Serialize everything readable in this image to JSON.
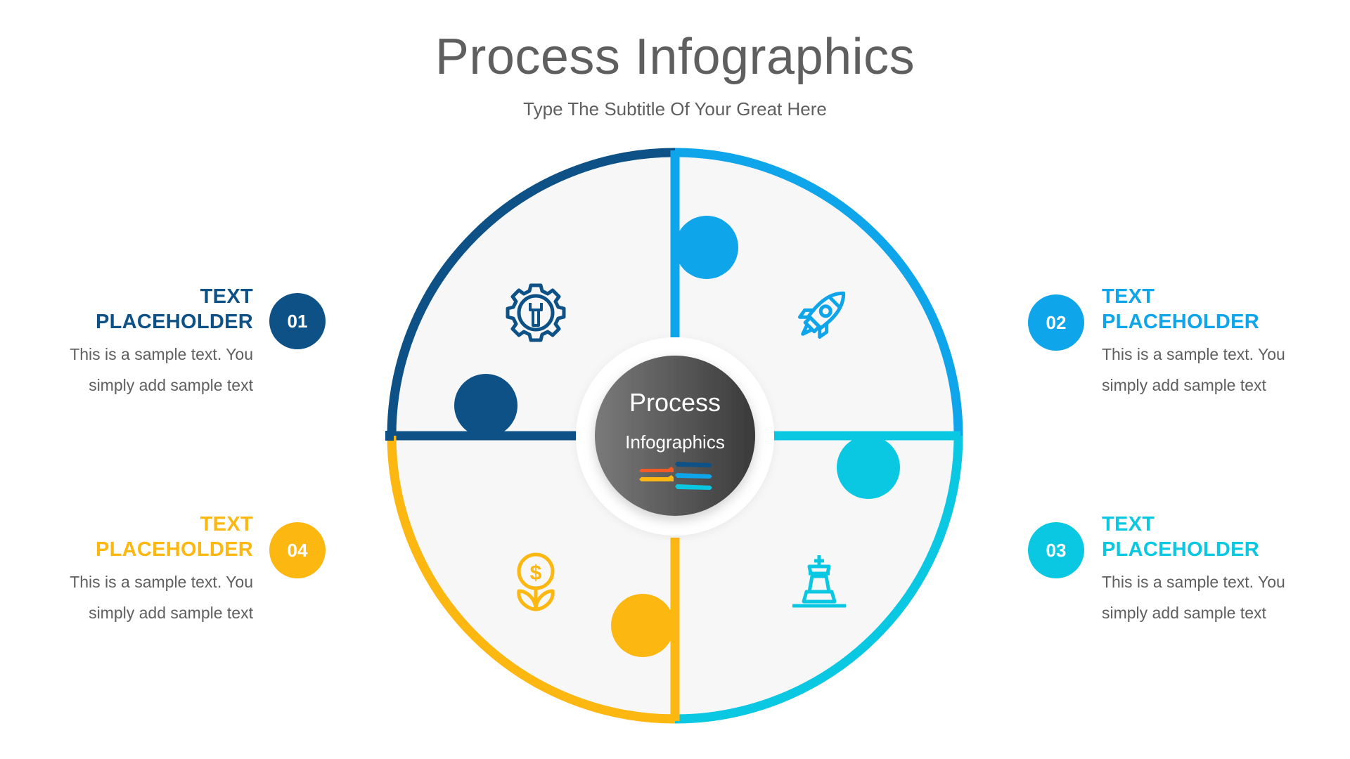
{
  "header": {
    "title": "Process Infographics",
    "subtitle": "Type The Subtitle Of Your Great Here"
  },
  "hub": {
    "line1": "Process",
    "line2": "Infographics",
    "icon": "ribbon-arrows-icon"
  },
  "colors": {
    "step1": "#0d5186",
    "step2": "#0ea5ea",
    "step3": "#0bc8e2",
    "step4": "#fcb711",
    "quadrant_fill": "#f7f7f8",
    "hub_dark": "#4a4a4a",
    "text_gray": "#5f5f5f",
    "accent_red": "#f15a24"
  },
  "steps": [
    {
      "number": "01",
      "heading": "TEXT PLACEHOLDER",
      "line1": "This is a sample text. You",
      "line2": "simply add sample text",
      "icon": "gear-wrench-icon",
      "position": "top-left"
    },
    {
      "number": "02",
      "heading": "TEXT PLACEHOLDER",
      "line1": "This is a sample text. You",
      "line2": "simply add sample text",
      "icon": "rocket-icon",
      "position": "top-right"
    },
    {
      "number": "03",
      "heading": "TEXT PLACEHOLDER",
      "line1": "This is a sample text. You",
      "line2": "simply add sample text",
      "icon": "chess-king-icon",
      "position": "bottom-right"
    },
    {
      "number": "04",
      "heading": "TEXT PLACEHOLDER",
      "line1": "This is a sample text. You",
      "line2": "simply add sample text",
      "icon": "money-plant-icon",
      "position": "bottom-left"
    }
  ]
}
